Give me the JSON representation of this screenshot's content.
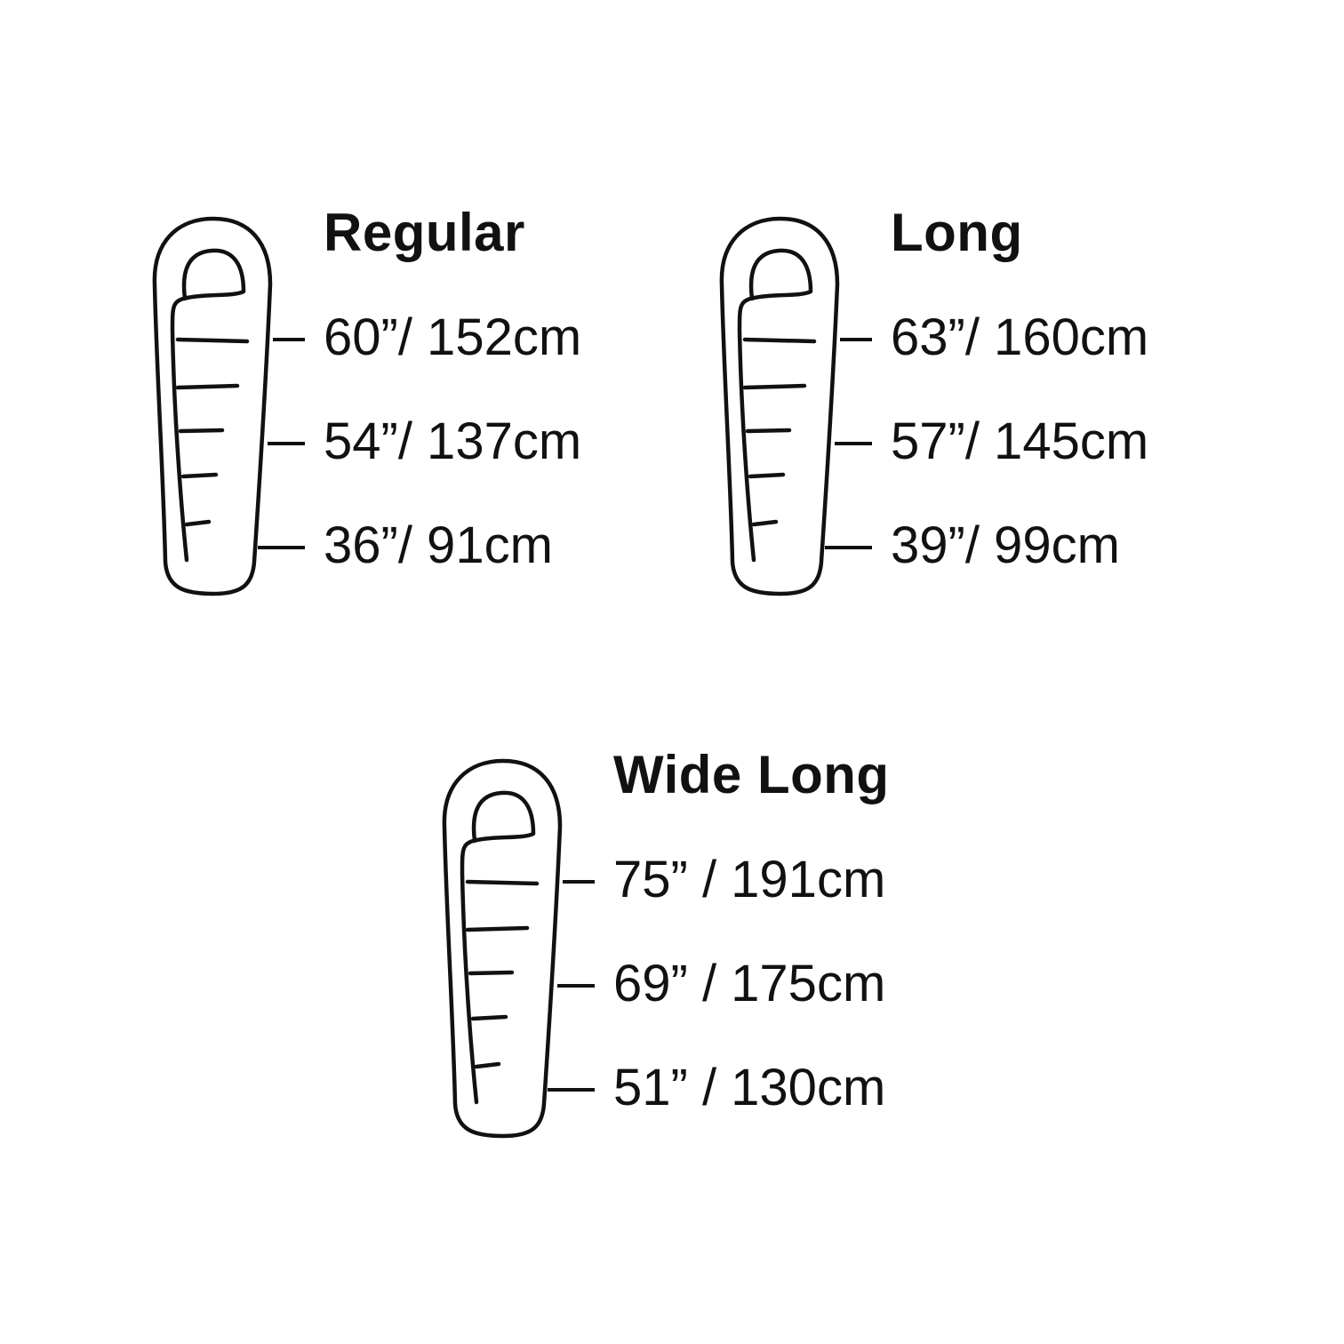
{
  "sizes": [
    {
      "name": "Regular",
      "measurements": [
        "60”/ 152cm",
        "54”/ 137cm",
        "36”/ 91cm"
      ]
    },
    {
      "name": "Long",
      "measurements": [
        "63”/ 160cm",
        "57”/ 145cm",
        "39”/ 99cm"
      ]
    },
    {
      "name": "Wide Long",
      "measurements": [
        "75” / 191cm",
        "69” / 175cm",
        "51” / 130cm"
      ]
    }
  ],
  "colors": {
    "line": "#111111",
    "background": "#ffffff"
  },
  "icons": {
    "bag": "sleeping-bag-icon"
  }
}
